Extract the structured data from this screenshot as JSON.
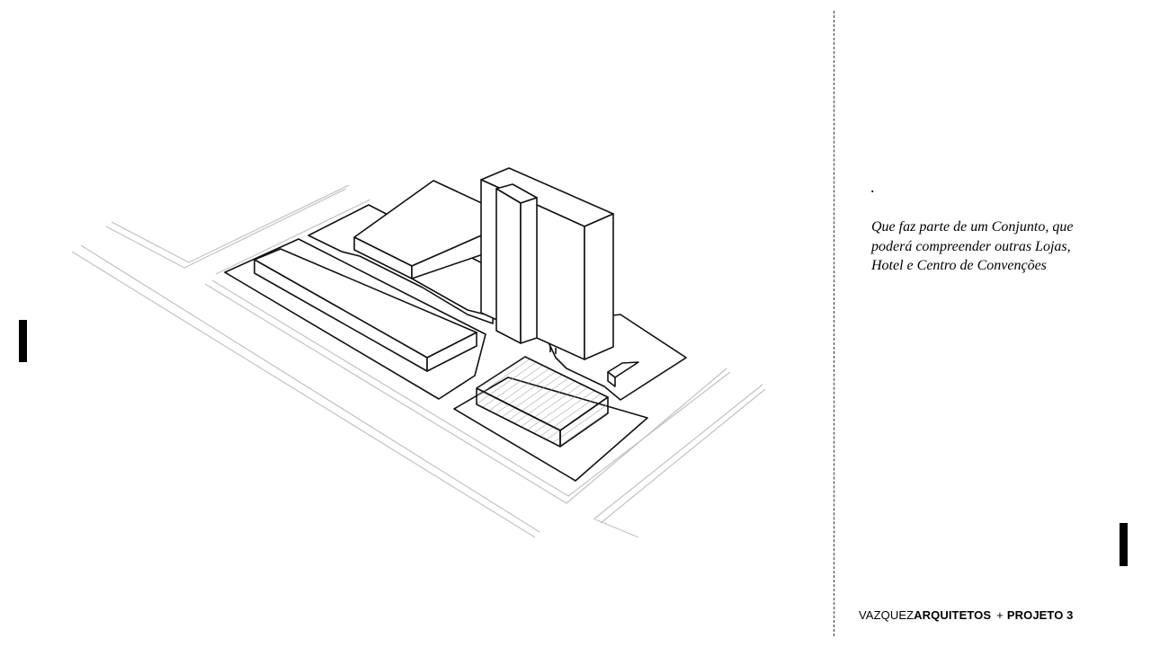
{
  "caption": {
    "dot": ".",
    "lines": [
      "Que faz parte de um Conjunto, que",
      "poderá compreender outras Lojas,",
      "Hotel e Centro de Convenções"
    ]
  },
  "footer": {
    "firm_light": "VAZQUEZ",
    "firm_bold": "ARQUITETOS",
    "plus": "+",
    "project": "PROJETO 3"
  },
  "colors": {
    "ink": "#111111",
    "road": "#bdbdbd",
    "accent_bar": "#000000"
  }
}
